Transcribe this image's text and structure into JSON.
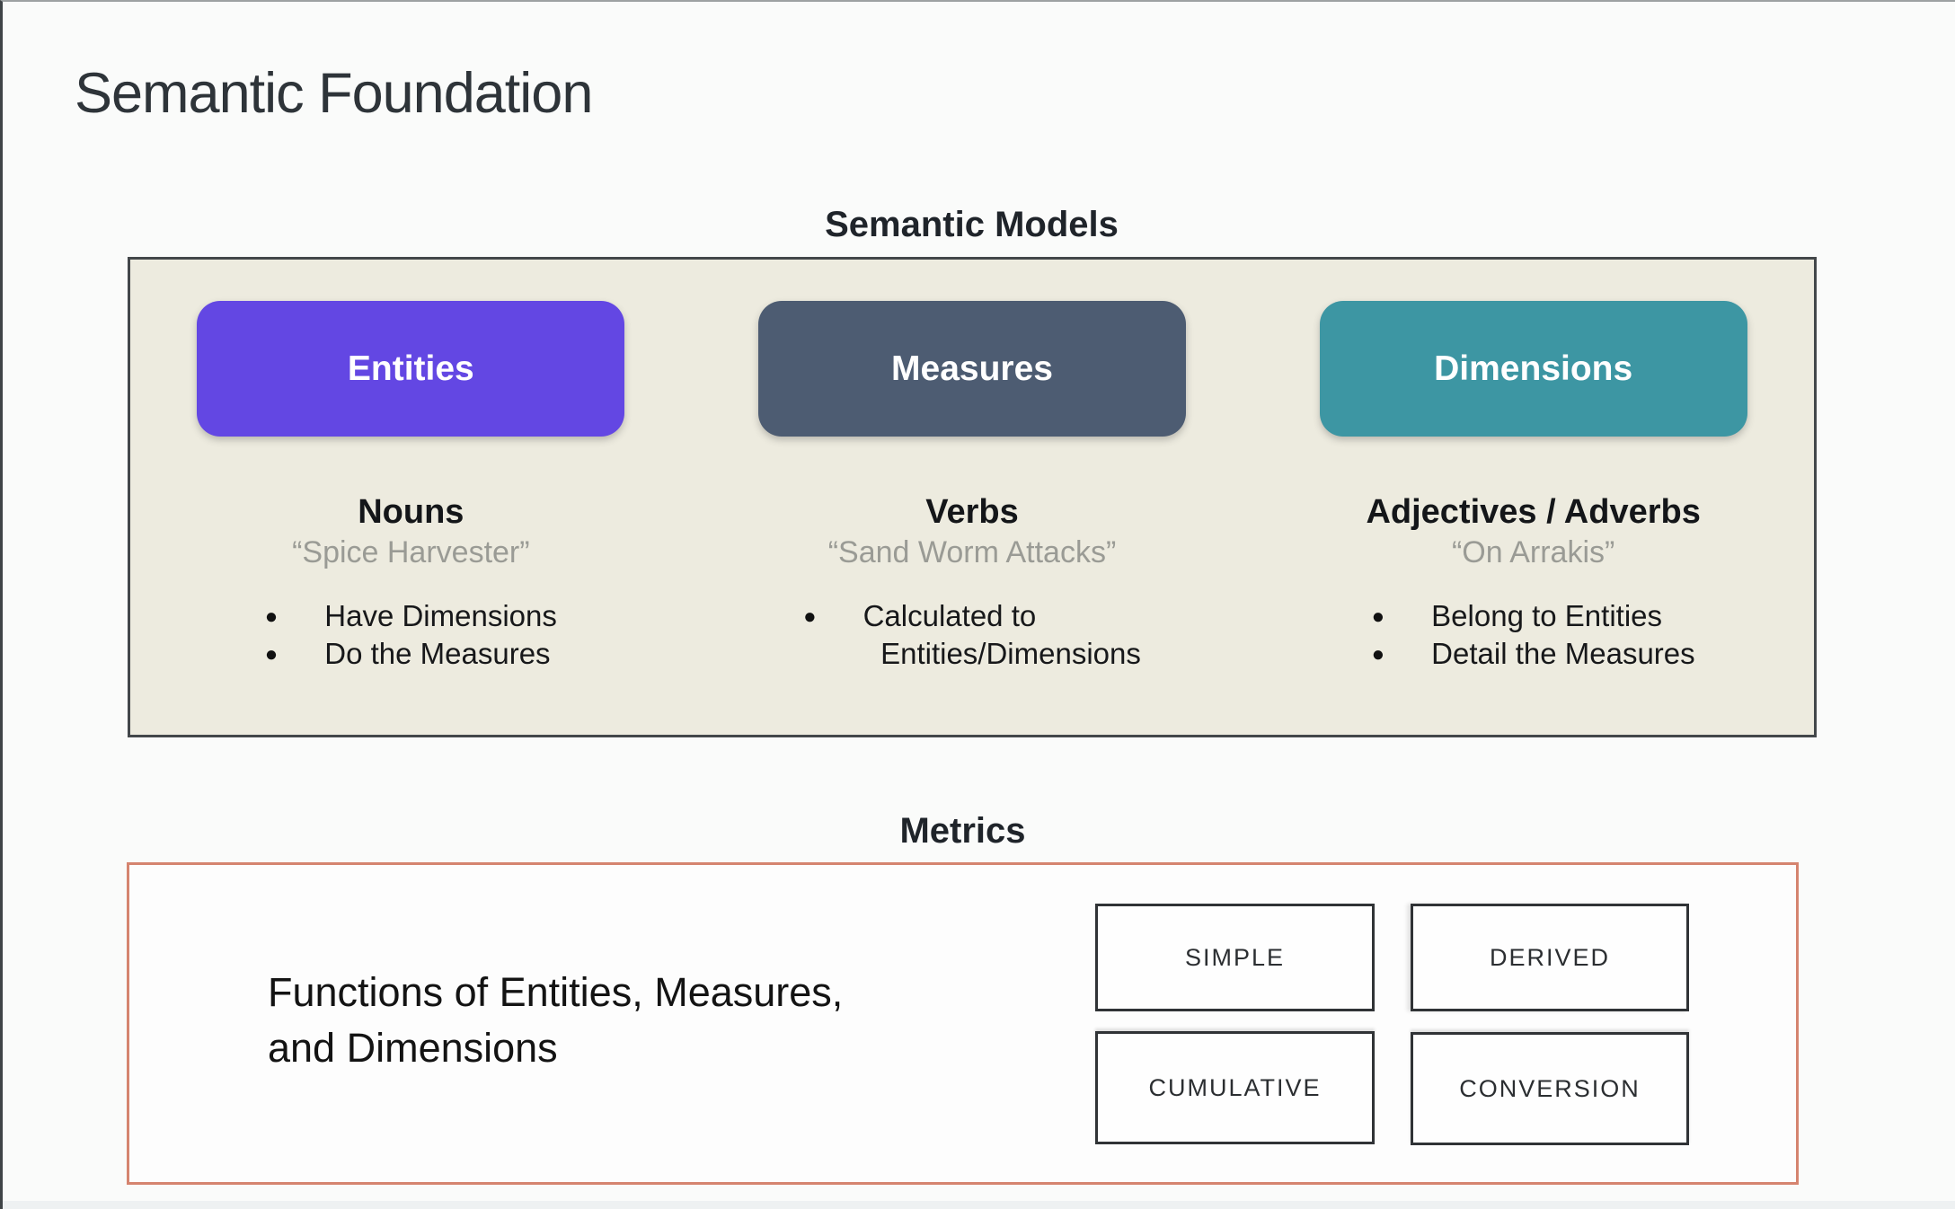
{
  "page": {
    "title": "Semantic Foundation"
  },
  "models": {
    "section_title": "Semantic Models",
    "panel_background": "#edebdf",
    "columns": [
      {
        "button_label": "Entities",
        "button_color": "#6347e3",
        "heading": "Nouns",
        "example": "“Spice Harvester”",
        "bullets": [
          "Have Dimensions",
          "Do the Measures"
        ]
      },
      {
        "button_label": "Measures",
        "button_color": "#4d5c72",
        "heading": "Verbs",
        "example": "“Sand Worm Attacks”",
        "bullets": [
          "Calculated to\nEntities/Dimensions"
        ]
      },
      {
        "button_label": "Dimensions",
        "button_color": "#3d96a3",
        "heading": "Adjectives / Adverbs",
        "example": "“On Arrakis”",
        "bullets": [
          "Belong to Entities",
          "Detail the Measures"
        ]
      }
    ]
  },
  "metrics": {
    "section_title": "Metrics",
    "border_color": "#d5846f",
    "description": "Functions of Entities, Measures,\nand Dimensions",
    "types": [
      "SIMPLE",
      "DERIVED",
      "CUMULATIVE",
      "CONVERSION"
    ]
  }
}
